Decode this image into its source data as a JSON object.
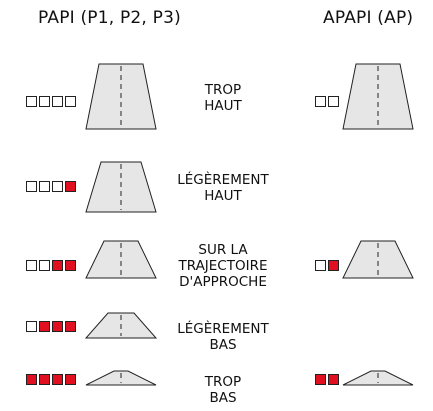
{
  "headers": {
    "papi": "PAPI (P1, P2, P3)",
    "apapi": "APAPI (AP)"
  },
  "colors": {
    "red": "#e01020",
    "white": "#ffffff",
    "runway_fill": "#e6e6e6"
  },
  "rows": [
    {
      "label_lines": [
        "TROP",
        "HAUT"
      ],
      "papi": [
        "white",
        "white",
        "white",
        "white"
      ],
      "apapi": [
        "white",
        "white"
      ]
    },
    {
      "label_lines": [
        "LÉGÈREMENT",
        "HAUT"
      ],
      "papi": [
        "white",
        "white",
        "white",
        "red"
      ],
      "apapi": []
    },
    {
      "label_lines": [
        "SUR LA",
        "TRAJECTOIRE",
        "D'APPROCHE"
      ],
      "papi": [
        "white",
        "white",
        "red",
        "red"
      ],
      "apapi": [
        "white",
        "red"
      ]
    },
    {
      "label_lines": [
        "LÉGÈREMENT",
        "BAS"
      ],
      "papi": [
        "white",
        "red",
        "red",
        "red"
      ],
      "apapi": []
    },
    {
      "label_lines": [
        "TROP",
        "BAS"
      ],
      "papi": [
        "red",
        "red",
        "red",
        "red"
      ],
      "apapi": [
        "red",
        "red"
      ]
    }
  ]
}
